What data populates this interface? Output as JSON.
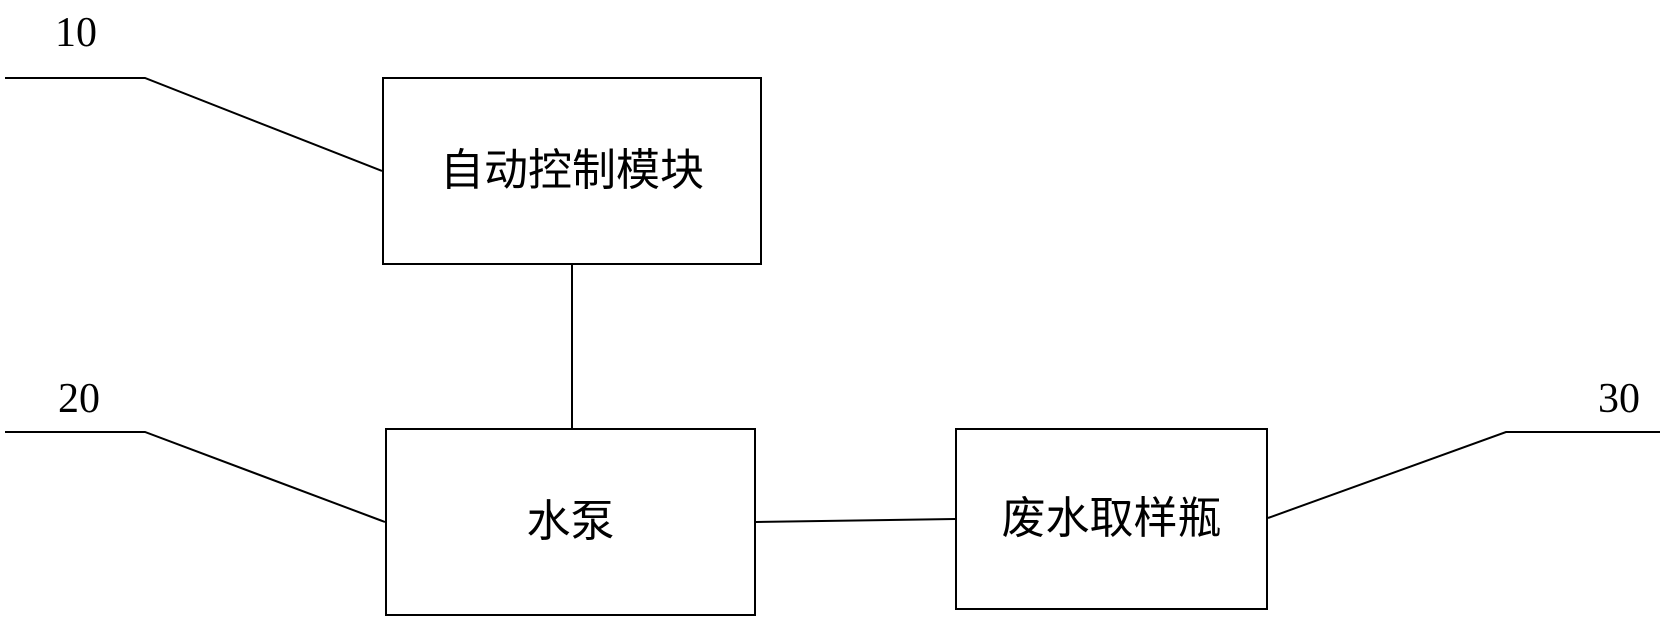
{
  "diagram": {
    "nodes": {
      "auto_control": {
        "ref": "10",
        "text": "自动控制模块"
      },
      "pump": {
        "ref": "20",
        "text": "水泵"
      },
      "sample_bottle": {
        "ref": "30",
        "text": "废水取样瓶"
      }
    },
    "edges": [
      {
        "from": "auto_control",
        "to": "pump"
      },
      {
        "from": "pump",
        "to": "sample_bottle"
      }
    ]
  }
}
